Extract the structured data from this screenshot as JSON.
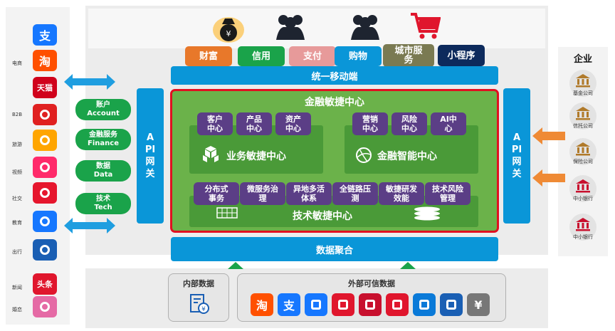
{
  "top_icons": [
    {
      "name": "money-bag-icon"
    },
    {
      "name": "users-icon"
    },
    {
      "name": "users-icon"
    },
    {
      "name": "cart-icon"
    }
  ],
  "top_buttons": [
    {
      "label": "财富",
      "color": "#e8782a"
    },
    {
      "label": "信用",
      "color": "#1aa34a"
    },
    {
      "label": "支付",
      "color": "#e79a9a"
    },
    {
      "label": "购物",
      "color": "#0a96d8"
    },
    {
      "label": "城市服务",
      "color": "#7a7a52"
    },
    {
      "label": "小程序",
      "color": "#0d2a5c"
    }
  ],
  "mobile_bar": "统一移动端",
  "api_gateway": "API网关",
  "data_agg": "数据聚合",
  "center_title": "金融敏捷中心",
  "biz_center": {
    "items": [
      "客户中心",
      "产品中心",
      "资产中心"
    ],
    "title": "业务敏捷中心"
  },
  "intel_center": {
    "items": [
      "营销中心",
      "风险中心",
      "AI中心"
    ],
    "title": "金融智能中心"
  },
  "tech_center": {
    "items": [
      "分布式事务",
      "微服务治理",
      "异地多活体系",
      "全链路压测",
      "敏捷研发效能",
      "技术风险管理"
    ],
    "title": "技术敏捷中心"
  },
  "left_pills": [
    {
      "cn": "账户",
      "en": "Account"
    },
    {
      "cn": "金融服务",
      "en": "Finance"
    },
    {
      "cn": "数据",
      "en": "Data"
    },
    {
      "cn": "技术",
      "en": "Tech"
    }
  ],
  "left_categories": [
    "电商",
    "B2B",
    "旅游",
    "视频",
    "社交",
    "教育",
    "出行",
    "新闻",
    "婚恋"
  ],
  "left_icons": [
    {
      "name": "alipay-icon",
      "text": "支",
      "color": "#1677ff"
    },
    {
      "name": "taobao-icon",
      "text": "淘",
      "color": "#ff5000"
    },
    {
      "name": "tmall-icon",
      "text": "天猫",
      "color": "#d0021b"
    },
    {
      "name": "b2b-icon",
      "text": "",
      "color": "#e02020"
    },
    {
      "name": "travel-icon",
      "text": "",
      "color": "#ffa500"
    },
    {
      "name": "video-icon",
      "text": "",
      "color": "#ff2a6a"
    },
    {
      "name": "weibo-icon",
      "text": "",
      "color": "#e6162d"
    },
    {
      "name": "education-icon",
      "text": "",
      "color": "#1677ff"
    },
    {
      "name": "bus-icon",
      "text": "",
      "color": "#1a5fb4"
    },
    {
      "name": "toutiao-icon",
      "text": "头条",
      "color": "#e0162d"
    },
    {
      "name": "couple-icon",
      "text": "",
      "color": "#e56aa5"
    }
  ],
  "enterprise": {
    "title": "企业",
    "items": [
      "基金公司",
      "信托公司",
      "保险公司",
      "中小银行",
      "中小银行"
    ]
  },
  "internal_data": "内部数据",
  "external_data": "外部可信数据",
  "external_icons": [
    {
      "name": "taobao-icon",
      "text": "淘",
      "color": "#ff5000"
    },
    {
      "name": "alipay-icon",
      "text": "支",
      "color": "#1677ff"
    },
    {
      "name": "paper-plane-icon",
      "text": "",
      "color": "#1677ff"
    },
    {
      "name": "network-icon",
      "text": "",
      "color": "#e0162d"
    },
    {
      "name": "bank-seal-icon",
      "text": "",
      "color": "#c8102e"
    },
    {
      "name": "hand-icon",
      "text": "",
      "color": "#e0162d"
    },
    {
      "name": "china-mobile-icon",
      "text": "",
      "color": "#0a7ad8"
    },
    {
      "name": "card-icon",
      "text": "",
      "color": "#1a5fb4"
    },
    {
      "name": "invoice-icon",
      "text": "¥",
      "color": "#777777"
    }
  ]
}
